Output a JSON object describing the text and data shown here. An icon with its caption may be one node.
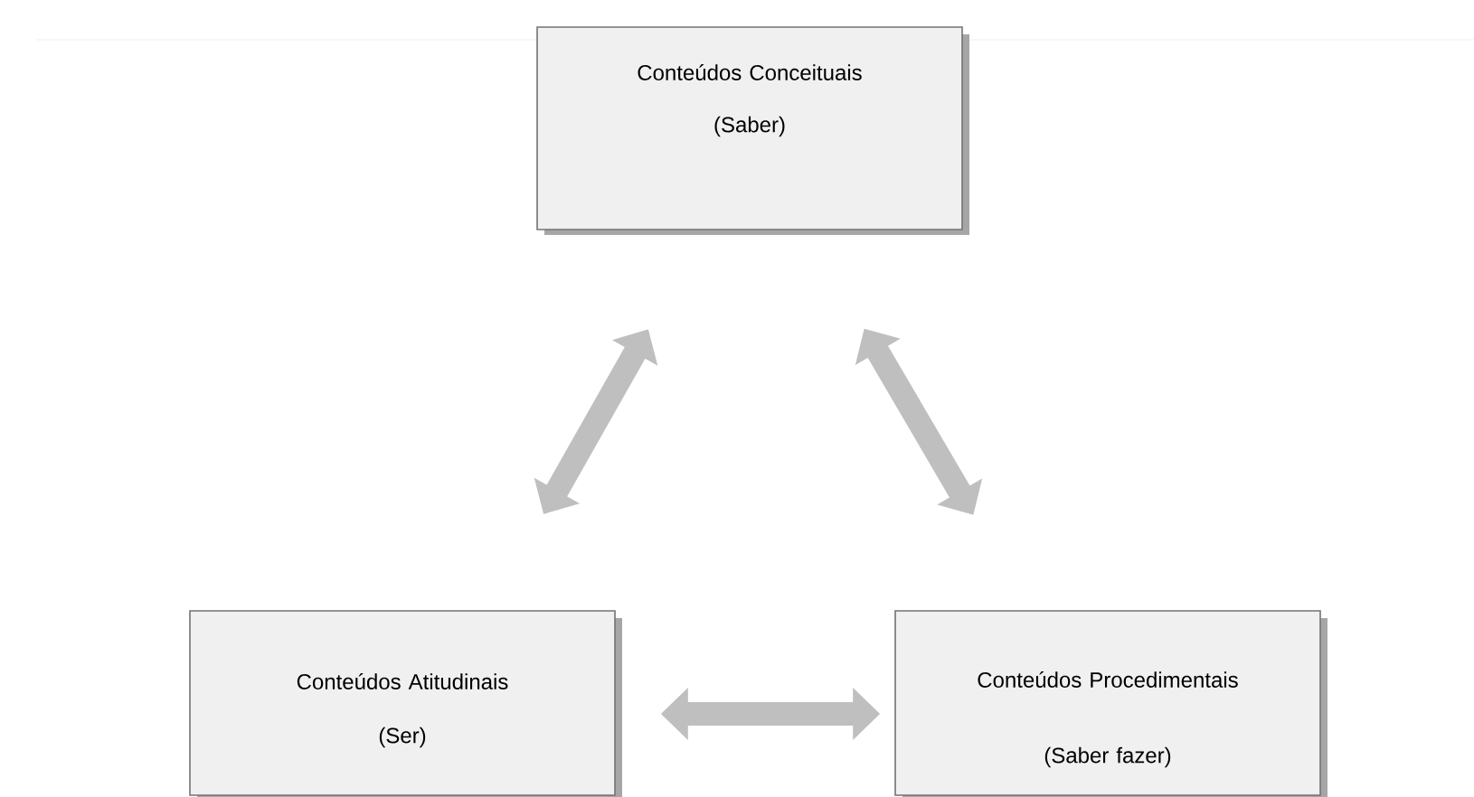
{
  "diagram": {
    "nodes": [
      {
        "text": [
          "Conteúdos Conceituais",
          "(Saber)"
        ]
      },
      {
        "text": [
          "Conteúdos Atitudinais",
          "(Ser)"
        ]
      },
      {
        "text": [
          "Conteúdos Procedimentais",
          "(Saber fazer)"
        ]
      }
    ],
    "edges": [
      {
        "from": 0,
        "to": 1,
        "arrow": "both"
      },
      {
        "from": 0,
        "to": 2,
        "arrow": "both"
      },
      {
        "from": 1,
        "to": 2,
        "arrow": "both"
      }
    ]
  }
}
